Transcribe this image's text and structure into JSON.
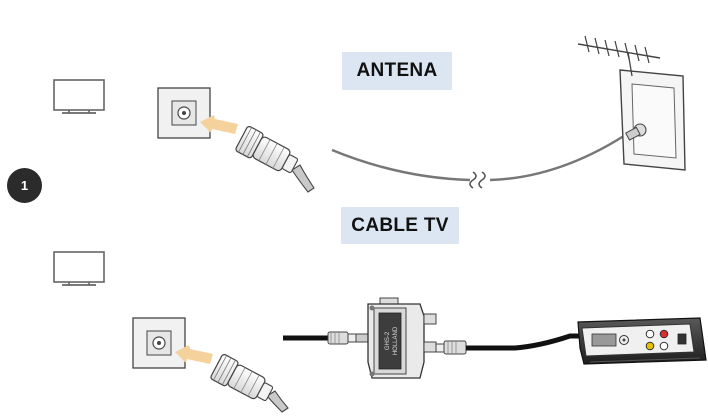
{
  "labels": {
    "antenna": "ANTENA",
    "cable": "CABLE TV"
  },
  "step": {
    "number": "1"
  },
  "splitter": {
    "brand": "HOLLAND",
    "model": "GHS-2"
  },
  "icons": [
    "tv-icon",
    "wall-outlet-icon",
    "coax-plug-icon",
    "antenna-icon",
    "splitter-icon",
    "cable-box-icon"
  ],
  "colors": {
    "label_bg": "#dce6f2",
    "arrow": "#f5d29c",
    "badge": "#2b2b2b"
  }
}
